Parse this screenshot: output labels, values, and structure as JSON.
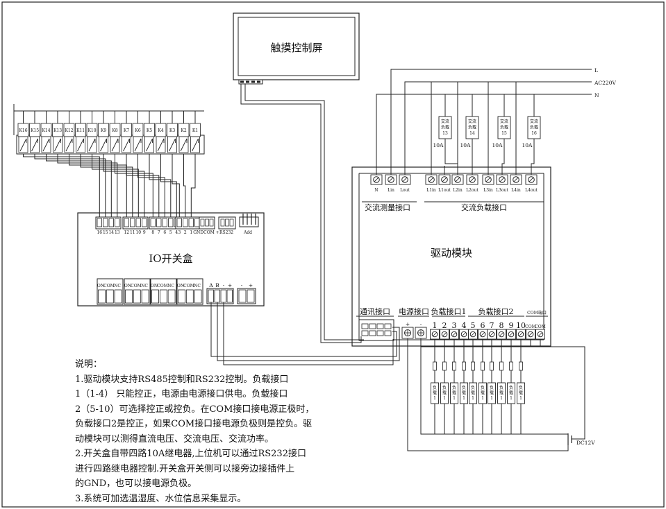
{
  "title_screen": "触摸控制屏",
  "io_box": {
    "title": "IO开关盒",
    "relay_labels": [
      "K16",
      "K15",
      "K14",
      "K13",
      "K12",
      "K11",
      "K10",
      "K9",
      "K8",
      "K7",
      "K6",
      "K5",
      "K4",
      "K3",
      "K2",
      "K1"
    ],
    "input_numbers": [
      "16",
      "15",
      "14",
      "13",
      "12",
      "11",
      "10",
      "9",
      "8",
      "7",
      "6",
      "5",
      "4",
      "3",
      "2",
      "1"
    ],
    "gnd_com_label": "GNDCOM +",
    "rs232_label": "RS232",
    "add_label": "Add",
    "relay_terminal_labels": [
      "ON",
      "COM",
      "NC"
    ],
    "rs485_labels": [
      "A",
      "B",
      "-",
      "+"
    ],
    "power_labels": [
      "-",
      "+"
    ]
  },
  "drive_module": {
    "title": "驱动模块",
    "ac_measure_label": "交流测量接口",
    "ac_load_label": "交流负载接口",
    "ac_terminals": [
      "N",
      "Lin",
      "Lout",
      "L1in",
      "L1out",
      "L2in",
      "L2out",
      "L3in",
      "L3out",
      "L4in",
      "L4out"
    ],
    "comm_label": "通讯接口",
    "power_label": "电源接口",
    "load1_label": "负载接口1",
    "load2_label": "负载接口2",
    "com_label": "COM端口",
    "power_signs": [
      "+",
      "-"
    ],
    "dc_terminals": [
      "1",
      "2",
      "3",
      "4",
      "5",
      "6",
      "7",
      "8",
      "9",
      "10",
      "COM",
      "COM"
    ]
  },
  "ac_supply": {
    "L": "L",
    "voltage": "AC220V",
    "N": "N"
  },
  "ac_loads": [
    {
      "name": "交流负载13",
      "lines": [
        "交流",
        "负载",
        "13"
      ],
      "current": "10A"
    },
    {
      "name": "交流负载14",
      "lines": [
        "交流",
        "负载",
        "14"
      ],
      "current": "10A"
    },
    {
      "name": "交流负载15",
      "lines": [
        "交流",
        "负载",
        "15"
      ],
      "current": "10A"
    },
    {
      "name": "交流负载16",
      "lines": [
        "交流",
        "负载",
        "16"
      ],
      "current": "10A"
    }
  ],
  "dc_load_text": [
    "负",
    "载",
    "1"
  ],
  "dc_supply": "DC12V",
  "notes": [
    "说明：",
    "1.驱动模块支持RS485控制和RS232控制。负载接口",
    "1（1-4）  只能控正，电源由电源接口供电。负载接口",
    "2（5-10）可选择控正或控负。在COM接口接电源正极时，",
    "负载接口2是控正，如果COM接口接电源负极则是控负。驱",
    "动模块可以测得直流电压、交流电压、交流功率。",
    "2.开关盒自带四路10A继电器,上位机可以通过RS232接口",
    "进行四路继电器控制.开关盒开关侧可以接旁边接插件上",
    "的GND，也可以接电源负极。",
    "3.系统可加选温湿度、水位信息采集显示。"
  ]
}
